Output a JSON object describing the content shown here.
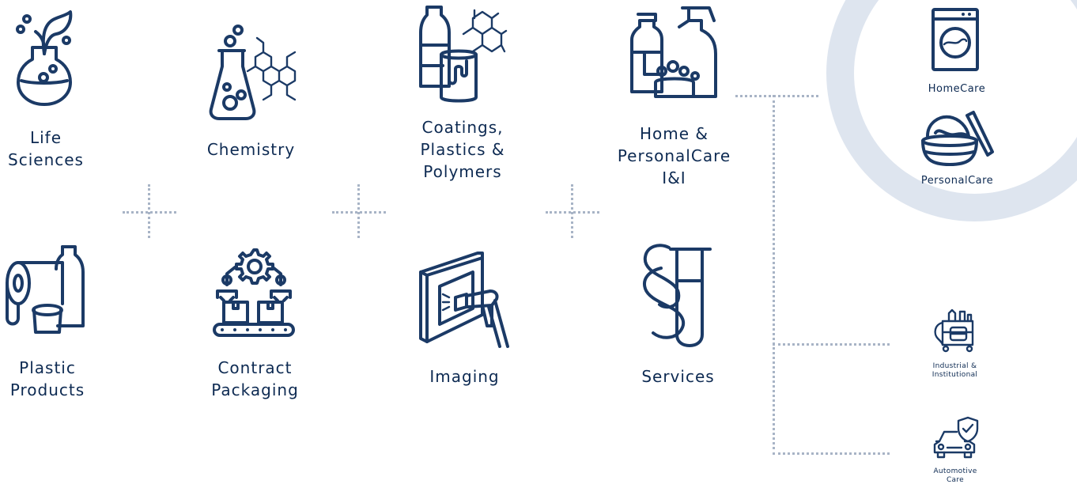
{
  "segments": [
    {
      "label": "Life\nSciences",
      "icon": "flask-leaf-icon"
    },
    {
      "label": "Chemistry",
      "icon": "beaker-molecule-icon"
    },
    {
      "label": "Coatings,\nPlastics &\nPolymers",
      "icon": "bottle-paint-can-icon"
    },
    {
      "label": "Home &\nPersonalCare\nI&I",
      "icon": "cleaning-products-icon"
    },
    {
      "label": "Plastic\nProducts",
      "icon": "plastic-rolls-icon"
    },
    {
      "label": "Contract\nPackaging",
      "icon": "conveyor-robot-icon"
    },
    {
      "label": "Imaging",
      "icon": "spray-gun-frame-icon"
    },
    {
      "label": "Services",
      "icon": "paragraph-test-tube-icon"
    }
  ],
  "subsegments": [
    {
      "label": "HomeCare",
      "icon": "washing-machine-icon"
    },
    {
      "label": "PersonalCare",
      "icon": "cream-jar-icon"
    },
    {
      "label": "Industrial &\nInstitutional",
      "icon": "cleaning-cart-icon"
    },
    {
      "label": "Automotive\nCare",
      "icon": "car-shield-icon"
    }
  ],
  "colors": {
    "icon": "#1b3a66",
    "text": "#0d2a52",
    "dots": "#a8b4c6",
    "ring": "#dee5ef"
  }
}
